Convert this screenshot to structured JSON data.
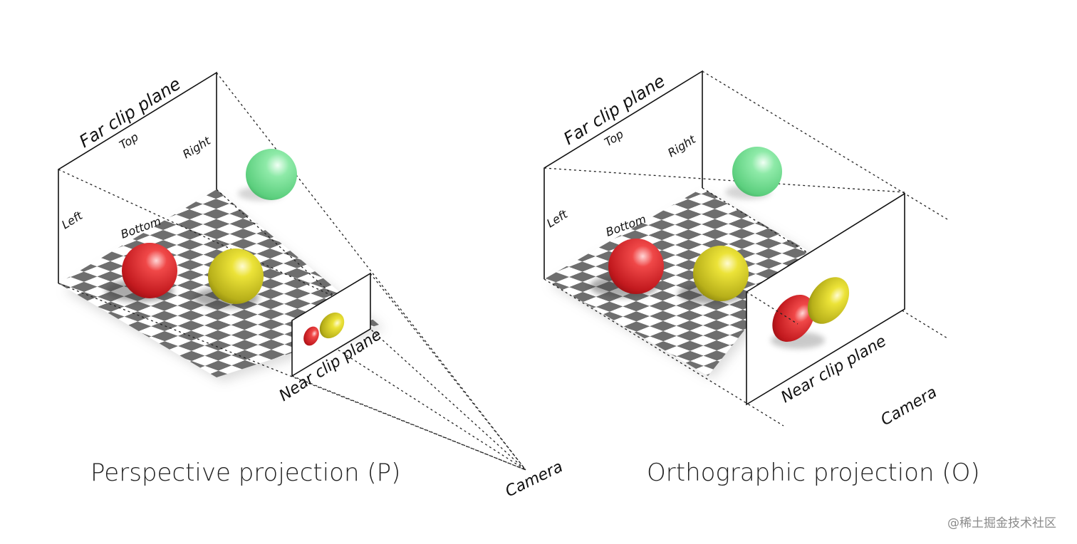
{
  "perspective": {
    "caption": "Perspective projection (P)",
    "far_plane": "Far clip plane",
    "top": "Top",
    "right": "Right",
    "left": "Left",
    "bottom": "Bottom",
    "near_plane": "Near clip plane",
    "camera": "Camera"
  },
  "orthographic": {
    "caption": "Orthographic projection (O)",
    "far_plane": "Far clip plane",
    "top": "Top",
    "right": "Right",
    "left": "Left",
    "bottom": "Bottom",
    "near_plane": "Near clip plane",
    "camera": "Camera"
  },
  "watermark": "@稀土掘金技术社区",
  "colors": {
    "red_sphere": "#e0262a",
    "yellow_sphere": "#d8d21e",
    "green_sphere": "#6fe08f",
    "checker_dark": "#6e6e6e",
    "checker_light": "#ffffff"
  }
}
